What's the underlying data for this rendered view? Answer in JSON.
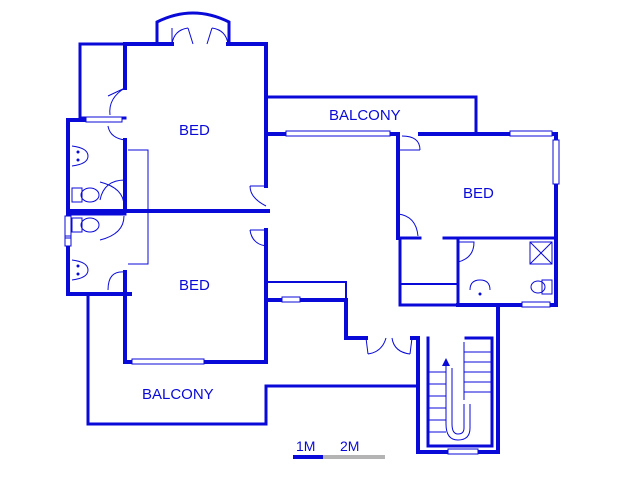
{
  "rooms": {
    "bed_top_left": "BED",
    "bed_right": "BED",
    "bed_bottom_left": "BED",
    "balcony_top": "BALCONY",
    "balcony_bottom": "BALCONY"
  },
  "scale": {
    "one": "1M",
    "two": "2M"
  },
  "colors": {
    "wall": "#0a0ad8",
    "scale_gray": "#b4b4b4",
    "background": "#ffffff"
  }
}
